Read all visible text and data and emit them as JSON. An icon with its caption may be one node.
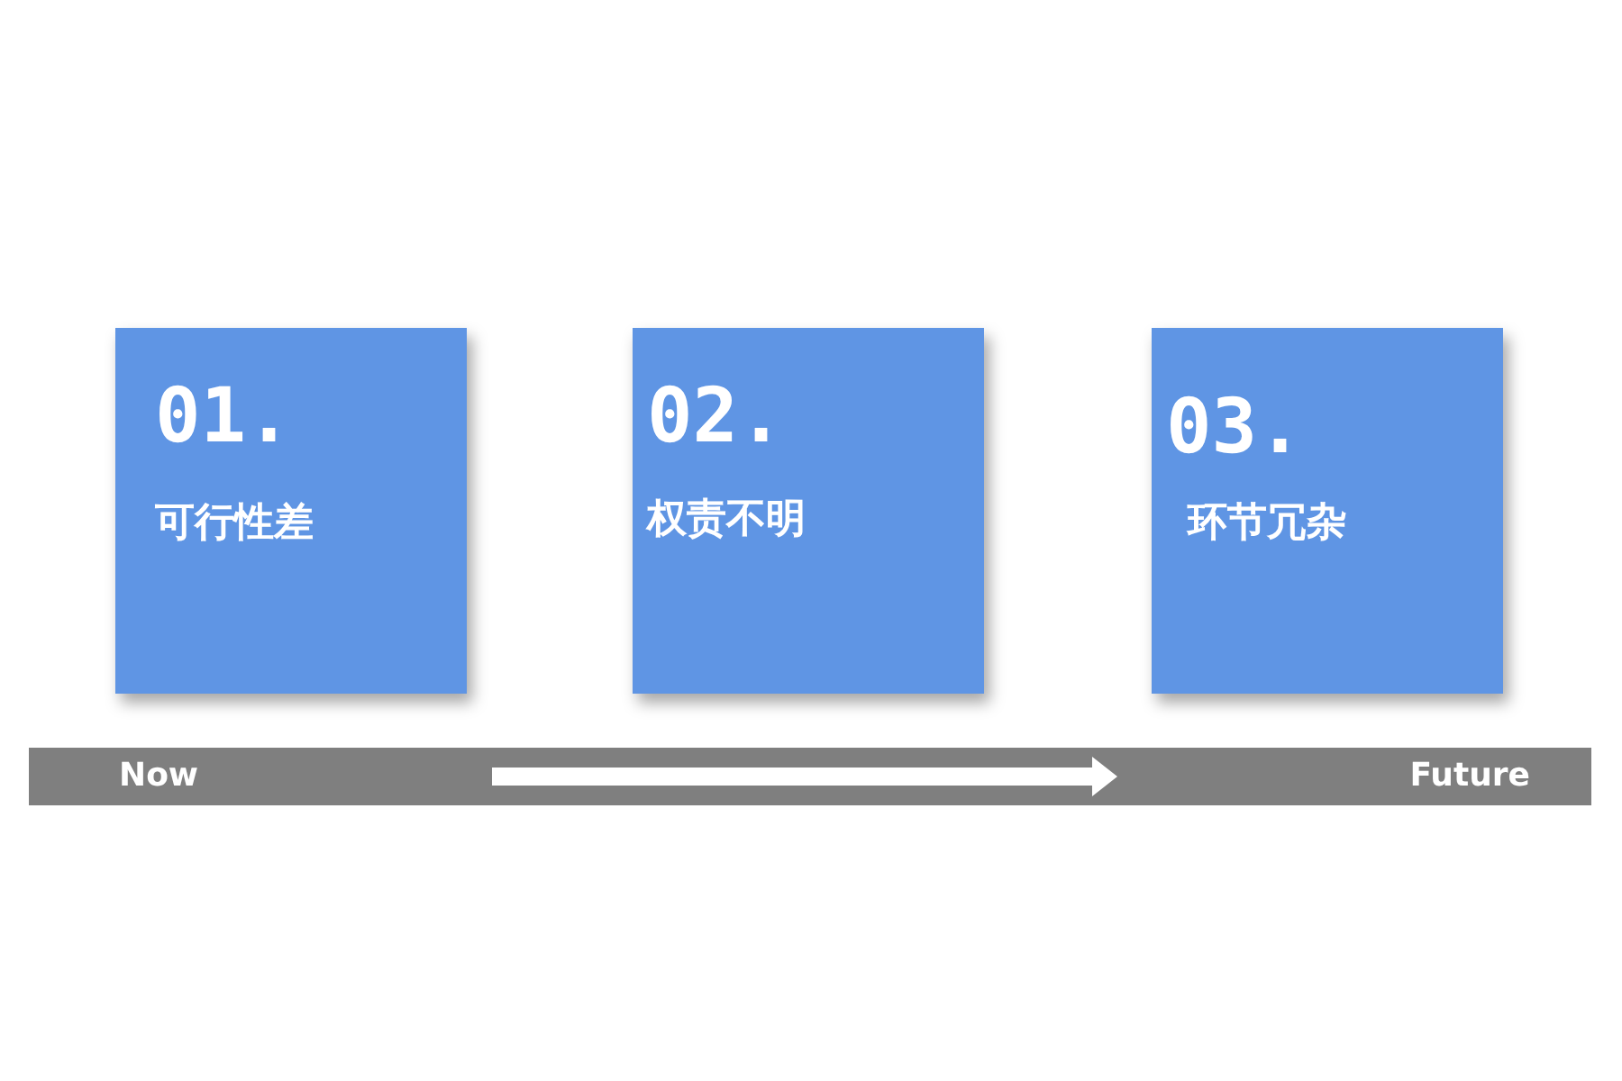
{
  "diagram": {
    "nodes": [
      {
        "text": [
          "01.",
          "可行性差"
        ]
      },
      {
        "text": [
          "02.",
          "权责不明"
        ]
      },
      {
        "text": [
          "03.",
          "环节冗杂"
        ]
      },
      {
        "text": [
          "Now",
          "Future"
        ]
      }
    ]
  }
}
